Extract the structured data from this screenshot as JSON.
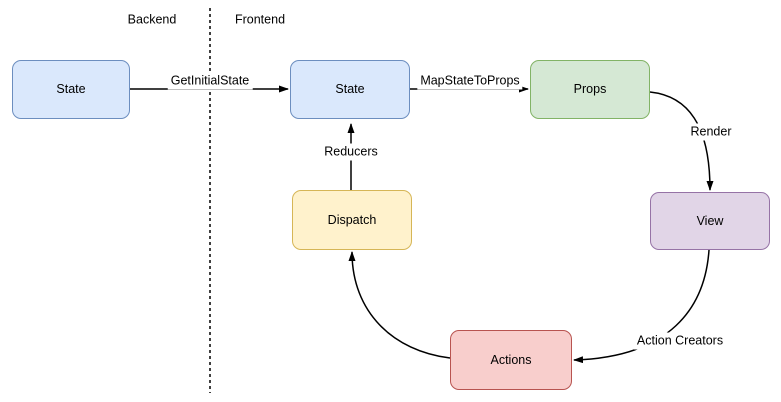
{
  "diagram": {
    "title_hint": "Redux data flow diagram",
    "regions": {
      "backend_label": "Backend",
      "frontend_label": "Frontend"
    },
    "nodes": {
      "state_backend": {
        "label": "State",
        "fill": "#dae8fc",
        "stroke": "#6c8ebf"
      },
      "state_frontend": {
        "label": "State",
        "fill": "#dae8fc",
        "stroke": "#6c8ebf"
      },
      "props": {
        "label": "Props",
        "fill": "#d5e8d4",
        "stroke": "#82b366"
      },
      "view": {
        "label": "View",
        "fill": "#e1d5e7",
        "stroke": "#9673a6"
      },
      "dispatch": {
        "label": "Dispatch",
        "fill": "#fff2cc",
        "stroke": "#d6b656"
      },
      "actions": {
        "label": "Actions",
        "fill": "#f8cecc",
        "stroke": "#b85450"
      }
    },
    "edges": {
      "get_initial_state": {
        "label": "GetInitialState"
      },
      "map_state_to_props": {
        "label": "MapStateToProps"
      },
      "render": {
        "label": "Render"
      },
      "action_creators": {
        "label": "Action Creators"
      },
      "reducers": {
        "label": "Reducers"
      }
    },
    "edge_color": "#000000",
    "divider_color": "#000000"
  }
}
